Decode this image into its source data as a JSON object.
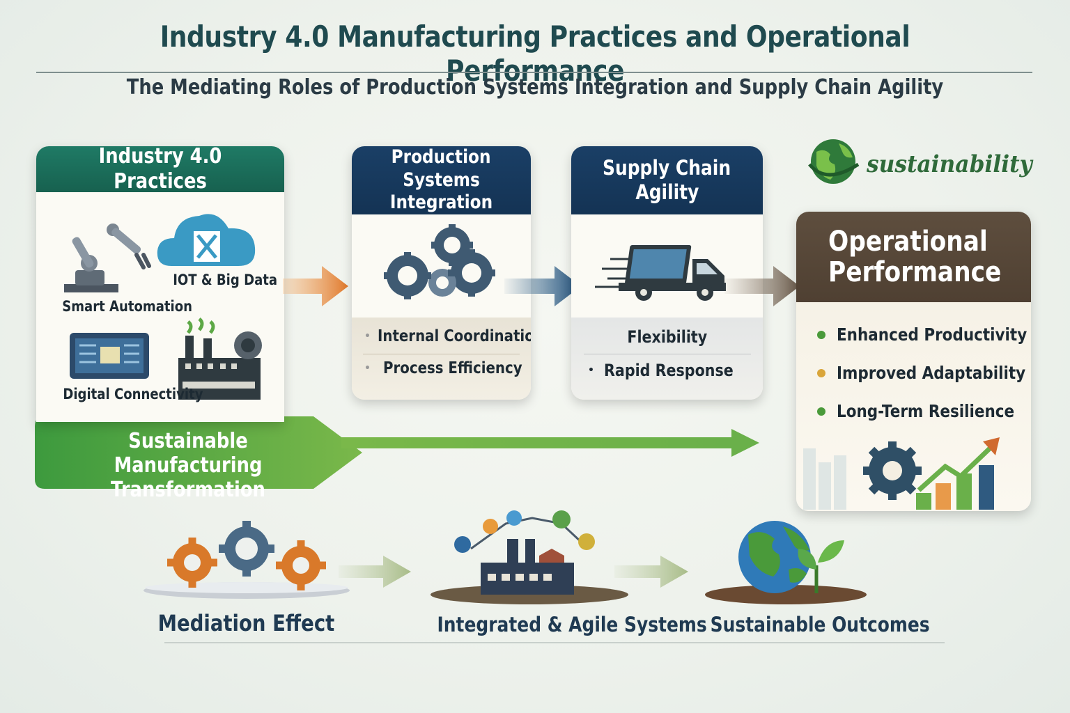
{
  "header": {
    "title": "Industry 4.0 Manufacturing Practices and Operational Performance",
    "subtitle": "The Mediating Roles of Production Systems Integration and Supply Chain Agility"
  },
  "practices": {
    "title": "Industry 4.0 Practices",
    "items": [
      "Smart Automation",
      "IOT & Big Data",
      "Digital Connectivity"
    ]
  },
  "transformation": {
    "line1": "Sustainable Manufacturing",
    "line2": "Transformation"
  },
  "integration": {
    "title_line1": "Production",
    "title_line2": "Systems Integration",
    "items": [
      "Internal Coordination",
      "Process Efficiency"
    ]
  },
  "agility": {
    "title_line1": "Supply Chain",
    "title_line2": "Agility",
    "items": [
      "Flexibility",
      "Rapid Response"
    ]
  },
  "logo": {
    "text": "sustainability"
  },
  "performance": {
    "title_line1": "Operational",
    "title_line2": "Performance",
    "items": [
      "Enhanced Productivity",
      "Improved Adaptability",
      "Long-Term Resilience"
    ],
    "bullet_colors": [
      "#4a9a3a",
      "#d9a53a",
      "#4a9a3a"
    ]
  },
  "bottom": {
    "items": [
      "Mediation Effect",
      "Integrated & Agile Systems",
      "Sustainable Outcomes"
    ]
  },
  "colors": {
    "teal": "#1f6e5e",
    "navy": "#173a5e",
    "brown": "#5a4a3a",
    "green": "#4a9a3a",
    "orange": "#e0782a"
  }
}
